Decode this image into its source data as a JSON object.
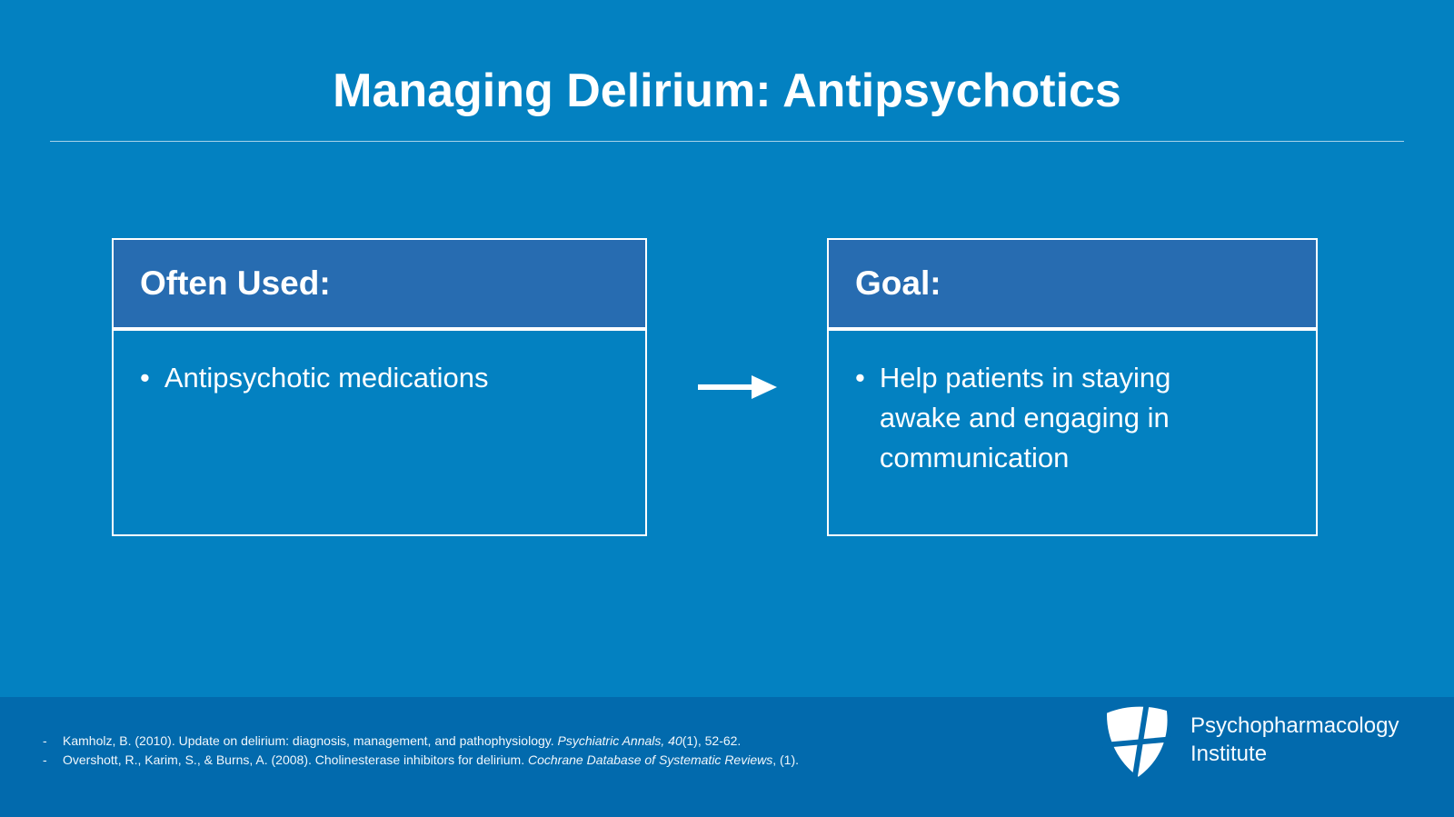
{
  "slide": {
    "title": "Managing Delirium: Antipsychotics",
    "left_box": {
      "header": "Often Used:",
      "bullet_glyph": "•",
      "items": [
        "Antipsychotic medications"
      ]
    },
    "right_box": {
      "header": "Goal:",
      "bullet_glyph": "•",
      "items": [
        "Help patients in staying\nawake and engaging in\ncommunication"
      ]
    },
    "arrow": "right-arrow"
  },
  "footer": {
    "citation_dash": "-",
    "citations": [
      [
        {
          "text": "Kamholz, B. (2010). Update on delirium: diagnosis, management, and pathophysiology. ",
          "italic": false
        },
        {
          "text": "Psychiatric Annals, 40",
          "italic": true
        },
        {
          "text": "(1), 52-62.",
          "italic": false
        }
      ],
      [
        {
          "text": "Overshott, R., Karim, S., & Burns, A. (2008). Cholinesterase inhibitors for delirium. ",
          "italic": false
        },
        {
          "text": "Cochrane Database of Systematic Reviews",
          "italic": true
        },
        {
          "text": ", (1).",
          "italic": false
        }
      ]
    ],
    "logo": {
      "line1": "Psychopharmacology",
      "line2": "Institute"
    }
  },
  "colors": {
    "background": "#0381c1",
    "box_header_fill": "#276cb1",
    "footer_background": "#026aad",
    "border_and_text": "#ffffff"
  }
}
